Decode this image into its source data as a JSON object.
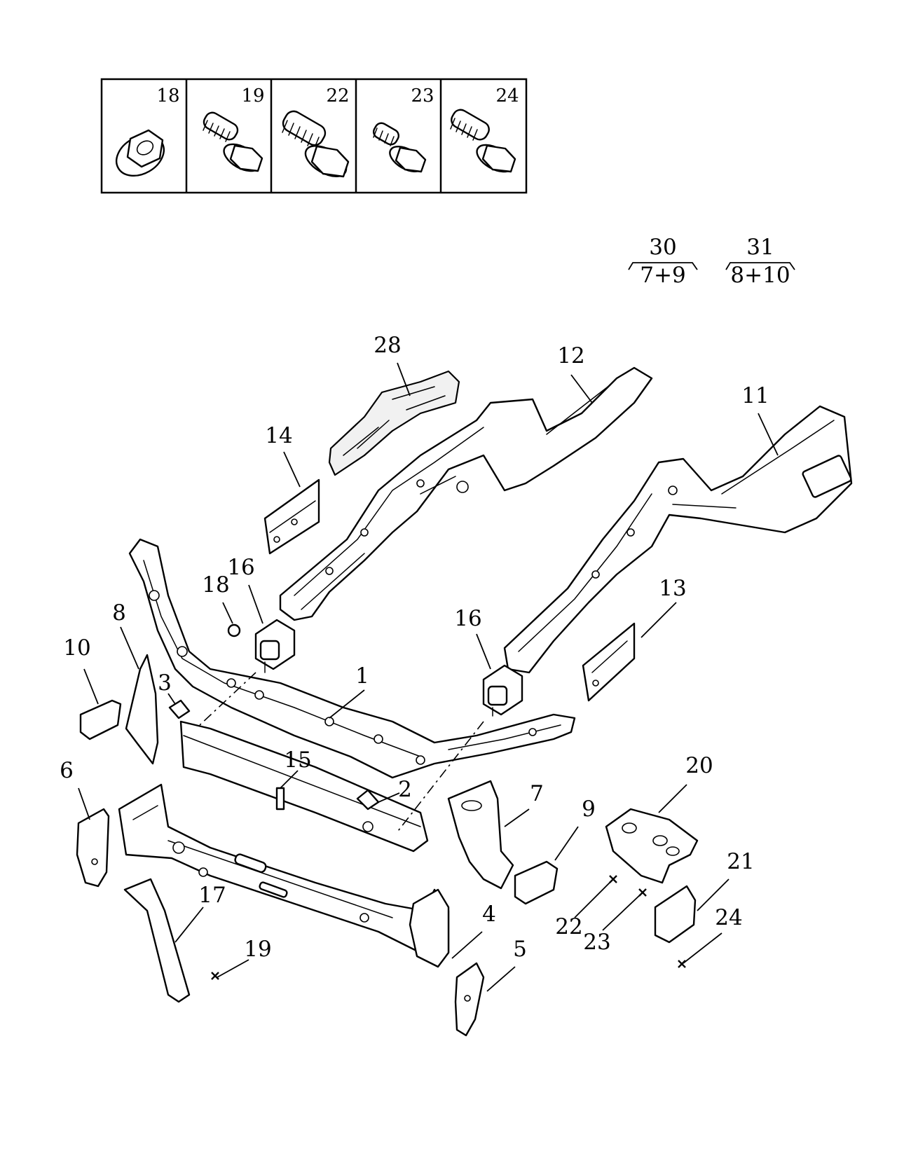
{
  "hardware_box": {
    "cells": [
      {
        "number": "18",
        "icon": "flange-nut-icon"
      },
      {
        "number": "19",
        "icon": "flange-bolt-icon"
      },
      {
        "number": "22",
        "icon": "flange-bolt-icon"
      },
      {
        "number": "23",
        "icon": "flange-bolt-icon"
      },
      {
        "number": "24",
        "icon": "flange-bolt-icon"
      }
    ]
  },
  "assemblies": [
    {
      "number": "30",
      "contents": "7+9"
    },
    {
      "number": "31",
      "contents": "8+10"
    }
  ],
  "callouts": {
    "c1": "1",
    "c2": "2",
    "c3": "3",
    "c4": "4",
    "c5": "5",
    "c6": "6",
    "c7": "7",
    "c8": "8",
    "c9": "9",
    "c10": "10",
    "c11": "11",
    "c12": "12",
    "c13": "13",
    "c14": "14",
    "c15": "15",
    "c16a": "16",
    "c16b": "16",
    "c17": "17",
    "c18": "18",
    "c19": "19",
    "c20": "20",
    "c21": "21",
    "c22": "22",
    "c23": "23",
    "c24": "24",
    "c28": "28"
  }
}
